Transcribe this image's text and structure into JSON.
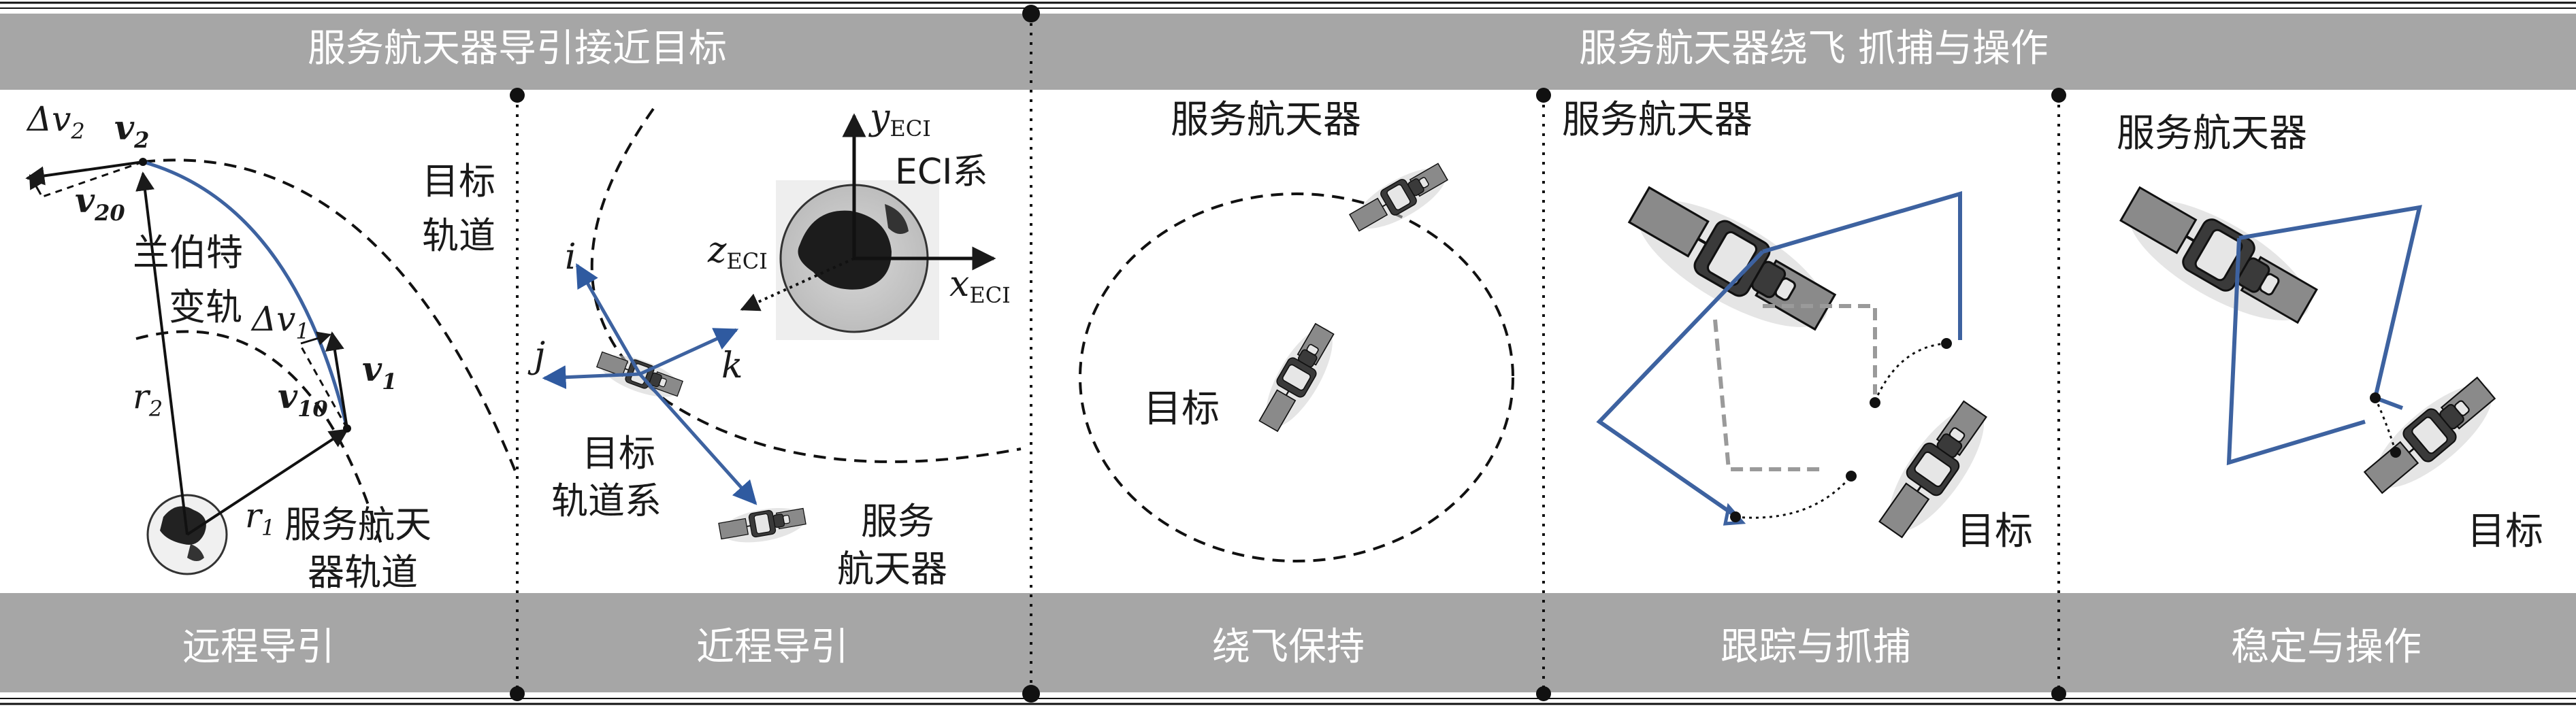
{
  "header": {
    "left_title": "服务航天器导引接近目标",
    "right_title": "服务航天器绕飞 抓捕与操作"
  },
  "footer": {
    "phases": [
      "远程导引",
      "近程导引",
      "绕飞保持",
      "跟踪与抓捕",
      "稳定与操作"
    ]
  },
  "panel1": {
    "target_orbit": [
      "目标",
      "轨道"
    ],
    "lambert": [
      "兰伯特",
      "变轨"
    ],
    "service_orbit": [
      "服务航天",
      "器轨道"
    ],
    "sym_dv2": "Δv",
    "sym_dv2_sub": "2",
    "sym_v2": "v",
    "sym_v2_sub": "2",
    "sym_v20": "v",
    "sym_v20_sub": "20",
    "sym_dv1": "Δv",
    "sym_dv1_sub": "1",
    "sym_v1": "v",
    "sym_v1_sub": "1",
    "sym_v10": "v",
    "sym_v10_sub": "10",
    "sym_r2": "r",
    "sym_r2_sub": "2",
    "sym_r1": "r",
    "sym_r1_sub": "1"
  },
  "panel2": {
    "eci_frame": "ECI系",
    "target_frame": [
      "目标",
      "轨道系"
    ],
    "servicer": [
      "服务",
      "航天器"
    ],
    "axis_y": "y",
    "axis_y_sub": "ECI",
    "axis_x": "x",
    "axis_x_sub": "ECI",
    "axis_z": "z",
    "axis_z_sub": "ECI",
    "axis_i": "i",
    "axis_j": "j",
    "axis_k": "k"
  },
  "panel3": {
    "servicer": "服务航天器",
    "target": "目标"
  },
  "panel4": {
    "servicer": "服务航天器",
    "target": "目标"
  },
  "panel5": {
    "servicer": "服务航天器",
    "target": "目标"
  },
  "colors": {
    "bar_gray": "#a6a6a6",
    "trajectory_blue": "#3d62a0",
    "dashed_gray": "#9a9a9a",
    "text": "#1a1a1a"
  }
}
